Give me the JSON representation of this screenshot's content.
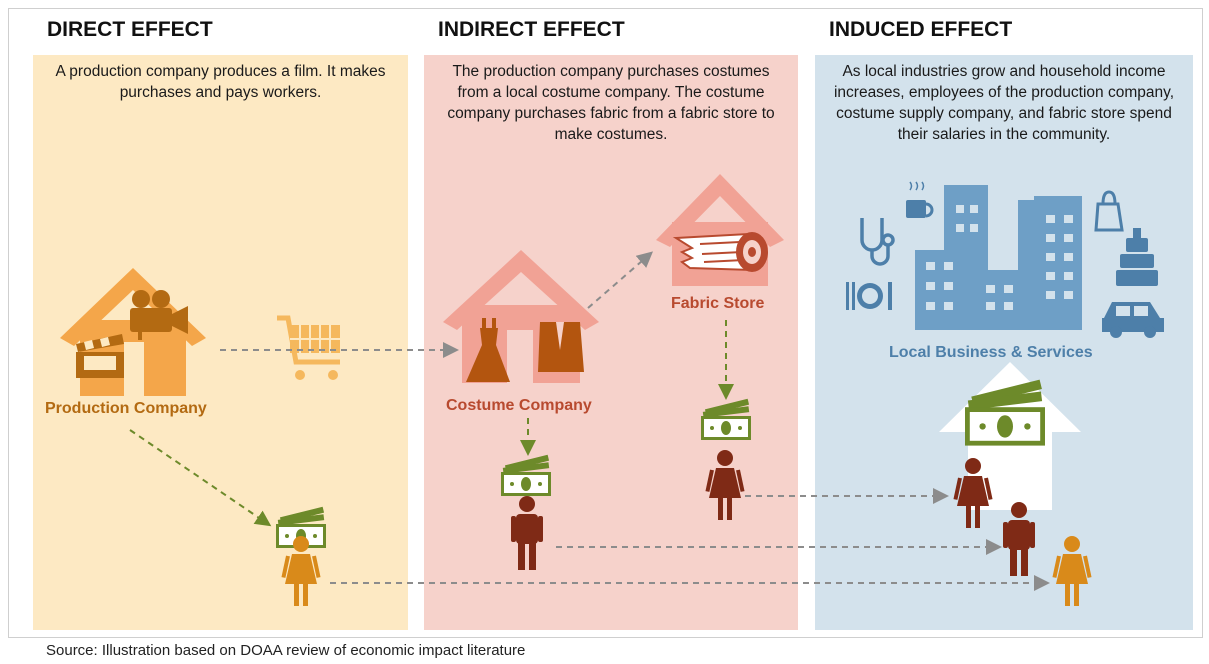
{
  "columns": [
    {
      "heading": "DIRECT EFFECT",
      "description": "A production company produces a film. It makes purchases and pays workers."
    },
    {
      "heading": "INDIRECT EFFECT",
      "description": "The production company purchases costumes from a local costume company. The costume company purchases fabric from a fabric store to make costumes."
    },
    {
      "heading": "INDUCED EFFECT",
      "description": "As local industries grow and household income increases, employees of the production company, costume supply company, and fabric store spend their salaries in the community."
    }
  ],
  "labels": {
    "production_company": "Production Company",
    "costume_company": "Costume Company",
    "fabric_store": "Fabric Store",
    "local_business": "Local Business & Services"
  },
  "source": "Source: Illustration based on DOAA review of economic impact literature",
  "colors": {
    "direct_bg": "#fde9c3",
    "indirect_bg": "#f6d2cb",
    "induced_bg": "#d3e2ec",
    "direct_accent": "#f4a64a",
    "direct_dark": "#b36a12",
    "indirect_accent": "#f1a295",
    "indirect_dark": "#b84a2f",
    "induced_accent": "#6e9fc6",
    "money_green": "#6d8a2a",
    "person_dark": "#7f2a16",
    "arrow_gray": "#9a9a9a"
  }
}
